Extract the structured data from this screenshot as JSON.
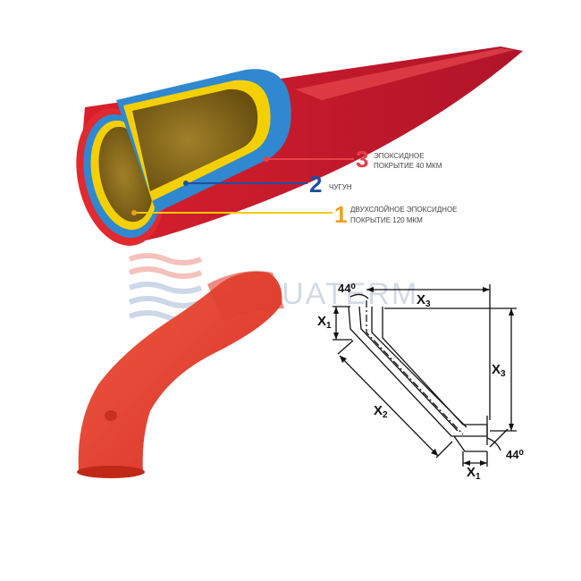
{
  "layers": [
    {
      "number": "3",
      "line1": "ЭПОКСИДНОЕ",
      "line2": "ПОКРЫТИЕ 40 МКМ",
      "color": "#e8404a"
    },
    {
      "number": "2",
      "line1": "ЧУГУН",
      "line2": "",
      "color": "#1f4fa0"
    },
    {
      "number": "1",
      "line1": "ДВУХСЛОЙНОЕ ЭПОКСИДНОЕ",
      "line2": "ПОКРЫТИЕ 120 МКМ",
      "color": "#f0a020"
    }
  ],
  "watermark": {
    "text": "AQUATERM"
  },
  "drawing": {
    "angle_top": "44⁰",
    "angle_bottom": "44⁰",
    "x1_left": "X",
    "x1_left_sub": "1",
    "x3_top": "X",
    "x3_top_sub": "3",
    "x3_right": "X",
    "x3_right_sub": "3",
    "x2": "X",
    "x2_sub": "2",
    "x1_bottom": "X",
    "x1_bottom_sub": "1"
  },
  "colors": {
    "pipe_red": "#d8202c",
    "pipe_red_dark": "#b01420",
    "cast_iron_blue": "#2f88d0",
    "epoxy_yellow": "#f5d000",
    "inner_olive": "#8a6a1a",
    "fitting_red": "#e8463a"
  }
}
